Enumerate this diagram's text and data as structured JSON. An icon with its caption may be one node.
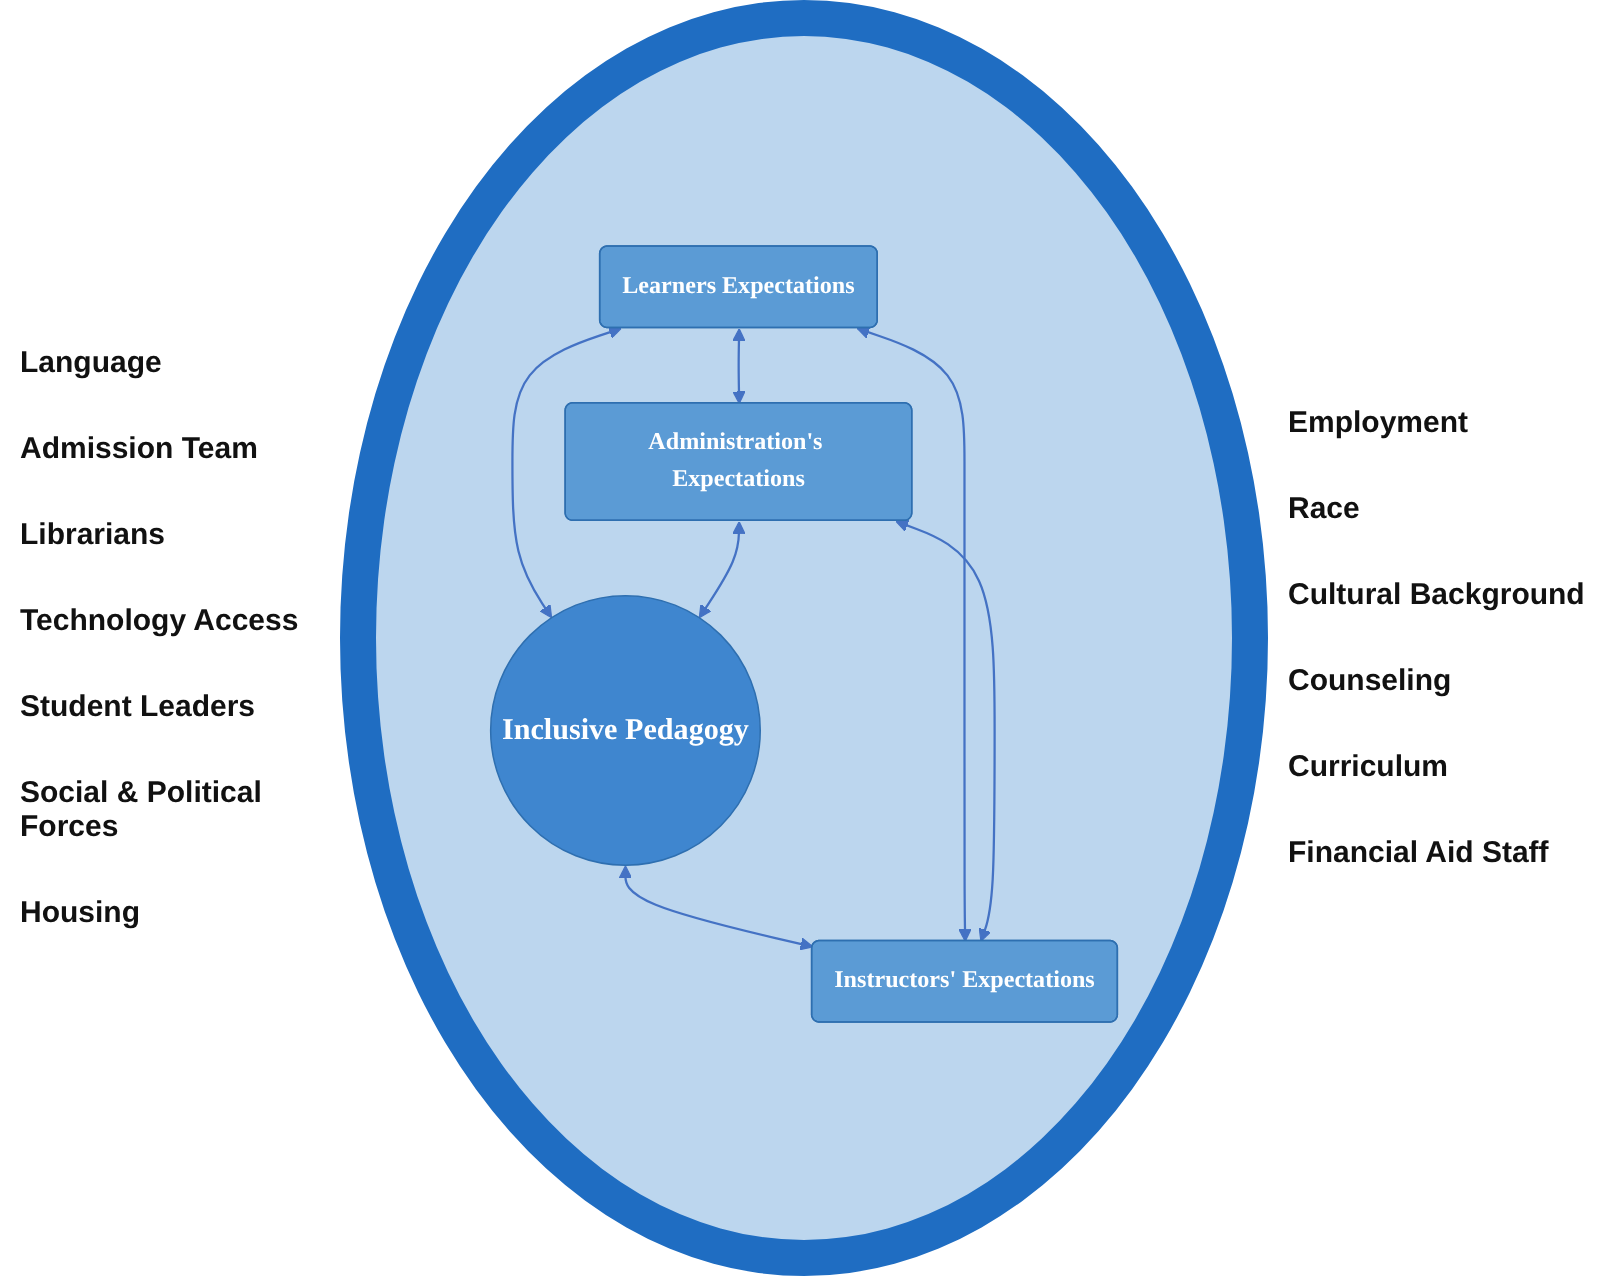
{
  "diagram": {
    "nodes": [
      {
        "text": [
          "Inclusive Pedagogy"
        ]
      },
      {
        "text": [
          "Learners Expectations"
        ]
      },
      {
        "text": [
          "Administration's Expectations"
        ]
      },
      {
        "text": [
          "Instructors' Expectations"
        ]
      }
    ],
    "edges": [
      {
        "from": 1,
        "to": 2,
        "arrow": "both"
      },
      {
        "from": 1,
        "to": 0,
        "arrow": "both"
      },
      {
        "from": 2,
        "to": 0,
        "arrow": "both"
      },
      {
        "from": 0,
        "to": 3,
        "arrow": "both"
      },
      {
        "from": 1,
        "to": 3,
        "arrow": "both"
      },
      {
        "from": 2,
        "to": 3,
        "arrow": "both"
      }
    ],
    "labels": [
      "Language",
      "Admission Team",
      "Librarians",
      "Technology Access",
      "Student Leaders",
      "Social & Political Forces",
      "Housing",
      "Employment",
      "Race",
      "Cultural Background",
      "Counseling",
      "Curriculum",
      "Financial Aid Staff"
    ]
  }
}
